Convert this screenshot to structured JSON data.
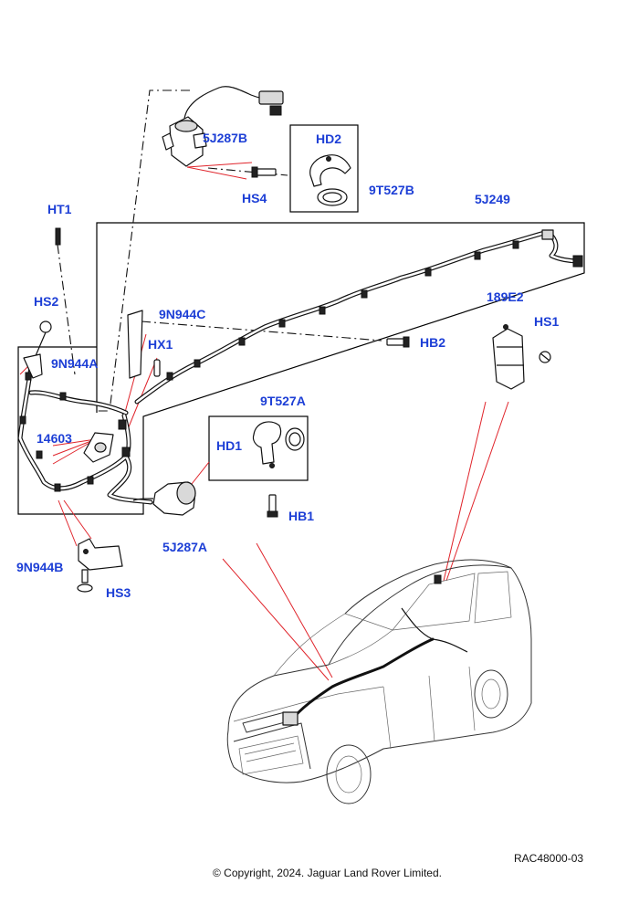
{
  "labels": {
    "5J287B": "5J287B",
    "HD2": "HD2",
    "HS4": "HS4",
    "9T527B": "9T527B",
    "5J249": "5J249",
    "HT1": "HT1",
    "HS2": "HS2",
    "9N944C": "9N944C",
    "9N944A": "9N944A",
    "HX1": "HX1",
    "HB2": "HB2",
    "189E2": "189E2",
    "HS1": "HS1",
    "9T527A": "9T527A",
    "14603": "14603",
    "HD1": "HD1",
    "HB1": "HB1",
    "5J287A": "5J287A",
    "9N944B": "9N944B",
    "HS3": "HS3"
  },
  "footer": {
    "ref": "RAC48000-03",
    "copyright": "© Copyright, 2024. Jaguar Land Rover Limited."
  }
}
